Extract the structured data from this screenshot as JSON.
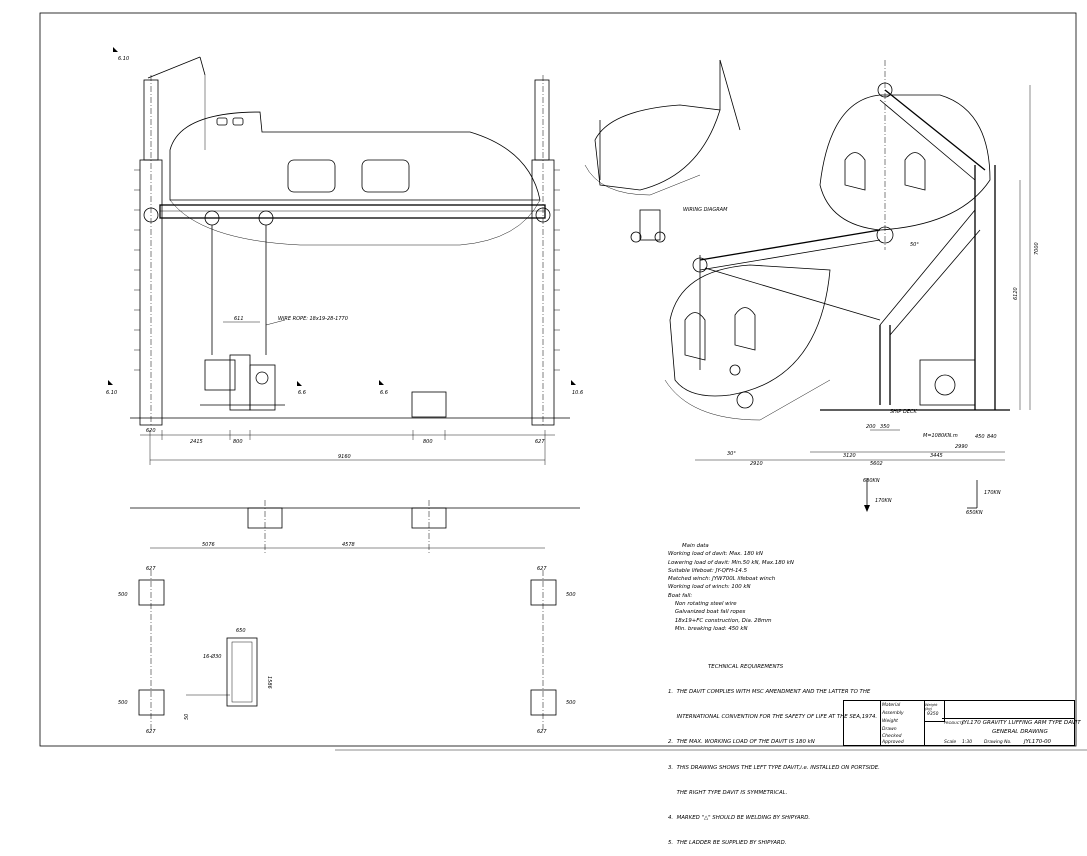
{
  "drawing": {
    "dimensions_front": {
      "d620": "620",
      "d2415": "2415",
      "d800": "800",
      "d800b": "800",
      "d627": "627",
      "d9160": "9160",
      "d611": "611"
    },
    "labels_front": {
      "wire_rope": "WIRE ROPE: 18x19-28-1770",
      "ref_ul": "6.10",
      "ref_l": "6.10",
      "ref_w": "6.6",
      "ref_m": "6.6",
      "ref_r": "10.6"
    },
    "dimensions_plan": {
      "d5076": "5076",
      "d4578": "4578",
      "d627a": "627",
      "d627b": "627",
      "d627c": "627",
      "d627d": "627",
      "d500a": "500",
      "d500b": "500",
      "d500c": "500",
      "d500d": "500",
      "d650": "650",
      "d1586": "1586",
      "bolt": "16-Ø30",
      "d50": "50"
    },
    "labels_side": {
      "wiring_diagram": "WIRING DIAGRAM",
      "ship_deck": "SHIP DECK",
      "moment": "M=1080KN.m",
      "angle1": "30°",
      "d7000": "7000",
      "d6120": "6120",
      "d2910": "2910",
      "d3120": "3120",
      "d3445": "3445",
      "d5602": "5602",
      "d2990": "2990",
      "d200": "200",
      "d350": "350",
      "d450": "450",
      "d840": "840",
      "f1": "680KN",
      "f2": "170KN",
      "f3": "170KN",
      "f4": "650KN",
      "w1": "50°"
    },
    "main_data": {
      "heading": "Main data",
      "lines": [
        "Working load of davit:   Max. 180 kN",
        "Lowering load of davit: Min.50 kN, Max.180 kN",
        "Suitable lifeboat:  JY-QFH-14.5",
        "Matched winch:  JYW700L lifeboat winch",
        "Working load of winch: 100 kN",
        "Boat fall:",
        "    Non rotating steel wire",
        "    Galvanized boat fall ropes",
        "    18x19+FC construction, Dia. 28mm",
        "    Min. breaking load: 450 kN"
      ]
    },
    "tech_req": {
      "heading": "TECHNICAL REQUIREMENTS",
      "lines": [
        "1.  THE DAVIT COMPLIES WITH MSC AMENDMENT AND THE LATTER TO THE",
        "     INTERNATIONAL CONVENTION FOR THE SAFETY OF LIFE AT THE SEA,1974.",
        "2.  THE MAX. WORKING LOAD OF THE DAVIT IS 180 kN",
        "3.  THIS DRAWING SHOWS THE LEFT TYPE DAVIT,i.e. INSTALLED ON PORTSIDE.",
        "     THE RIGHT TYPE DAVIT IS SYMMETRICAL.",
        "4.  MARKED \"△\" SHOULD BE WELDING BY SHIPYARD.",
        "5.  THE LADDER BE SUPPLIED BY SHIPYARD."
      ]
    },
    "title_block": {
      "title1": "JYL170 GRAVITY LUFFING ARM TYPE DAVIT",
      "title2": "GENERAL DRAWING",
      "drawing_no": "JYL170-00",
      "scale": "1:30",
      "weight": "9350",
      "row_labels": [
        "Material",
        "Assembly",
        "Weight"
      ],
      "col_labels": [
        "Drawn",
        "Checked",
        "Approved",
        "Scale",
        "Drawing No."
      ],
      "weight_label": "Weight (kg)",
      "product_code": "PRODUCTS"
    }
  }
}
